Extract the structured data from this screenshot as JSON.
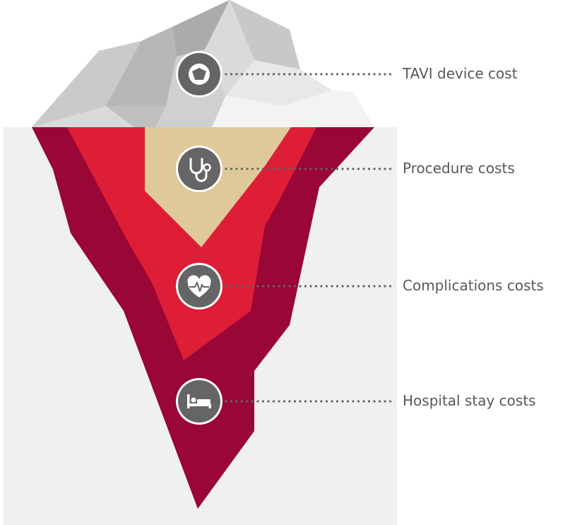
{
  "palette": {
    "water": "#eff0ef",
    "outer_layer": "#9a0636",
    "middle_layer": "#dd1e36",
    "inner_layer": "#e0c999",
    "icon_fill": "#656565",
    "icon_ring": "#ffffff",
    "dots": "#646464",
    "label_text": "#58585a"
  },
  "items": [
    {
      "label": "TAVI device cost",
      "icon": "valve-icon"
    },
    {
      "label": "Procedure costs",
      "icon": "stethoscope-icon"
    },
    {
      "label": "Complications costs",
      "icon": "heart-pulse-icon"
    },
    {
      "label": "Hospital stay costs",
      "icon": "hospital-bed-icon"
    }
  ]
}
